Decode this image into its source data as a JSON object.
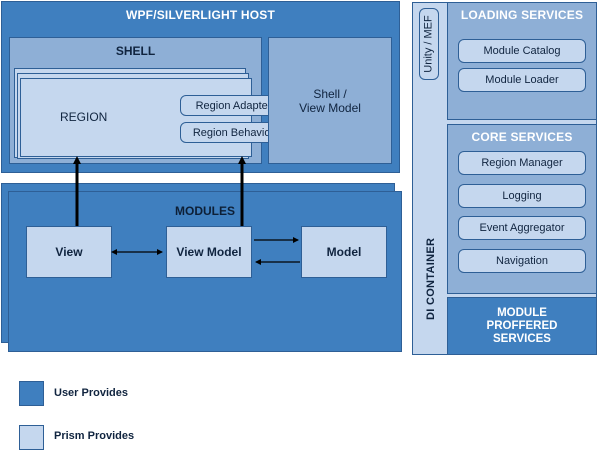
{
  "host": {
    "title": "WPF/SILVERLIGHT HOST"
  },
  "shell": {
    "title": "SHELL",
    "region": "REGION",
    "region_adapter": "Region Adapter",
    "region_behavior": "Region Behavior",
    "shell_view_model": "Shell /\nView Model"
  },
  "modules": {
    "title": "MODULES",
    "view": "View",
    "view_model": "View Model",
    "model": "Model"
  },
  "di": {
    "unity_mef": "Unity / MEF",
    "container": "DI CONTAINER"
  },
  "loading_services": {
    "title": "LOADING SERVICES",
    "items": [
      "Module Catalog",
      "Module Loader"
    ]
  },
  "core_services": {
    "title": "CORE SERVICES",
    "items": [
      "Region Manager",
      "Logging",
      "Event Aggregator",
      "Navigation"
    ]
  },
  "module_proffered": {
    "title": "MODULE\nPROFFERED\nSERVICES"
  },
  "legend": {
    "user_provides": "User Provides",
    "prism_provides": "Prism Provides"
  },
  "colors": {
    "user": "#3f7fbf",
    "prism": "#c5d7ee",
    "mid": "#8eafd6",
    "border": "#2e5f96"
  }
}
